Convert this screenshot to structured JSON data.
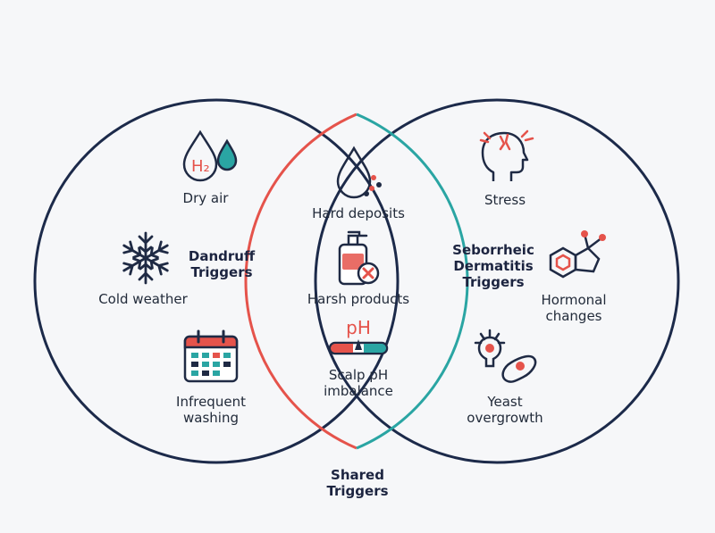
{
  "colors": {
    "outline": "#1c2a4a",
    "red": "#e5534b",
    "teal": "#2aa5a3",
    "ink": "#1f2a44"
  },
  "sets": {
    "left_title": "Dandruff\nTriggers",
    "right_title": "Seborrheic\nDermatitis\nTriggers",
    "shared_title": "Shared\nTriggers"
  },
  "left_items": [
    {
      "label": "Dry air",
      "icon": "water-drops-h2-icon",
      "icon_text": "H₂"
    },
    {
      "label": "Cold weather",
      "icon": "snowflake-icon"
    },
    {
      "label": "Infrequent\nwashing",
      "icon": "calendar-icon"
    }
  ],
  "shared_items": [
    {
      "label": "Hard deposits",
      "icon": "mineral-drop-icon"
    },
    {
      "label": "Harsh products",
      "icon": "pump-bottle-x-icon"
    },
    {
      "label": "Scalp pH\nimbalance",
      "icon": "ph-scale-icon",
      "icon_text": "pH"
    }
  ],
  "right_items": [
    {
      "label": "Stress",
      "icon": "stressed-head-icon"
    },
    {
      "label": "Hormonal\nchanges",
      "icon": "hormone-molecule-icon"
    },
    {
      "label": "Yeast\novergrowth",
      "icon": "yeast-cells-icon"
    }
  ]
}
